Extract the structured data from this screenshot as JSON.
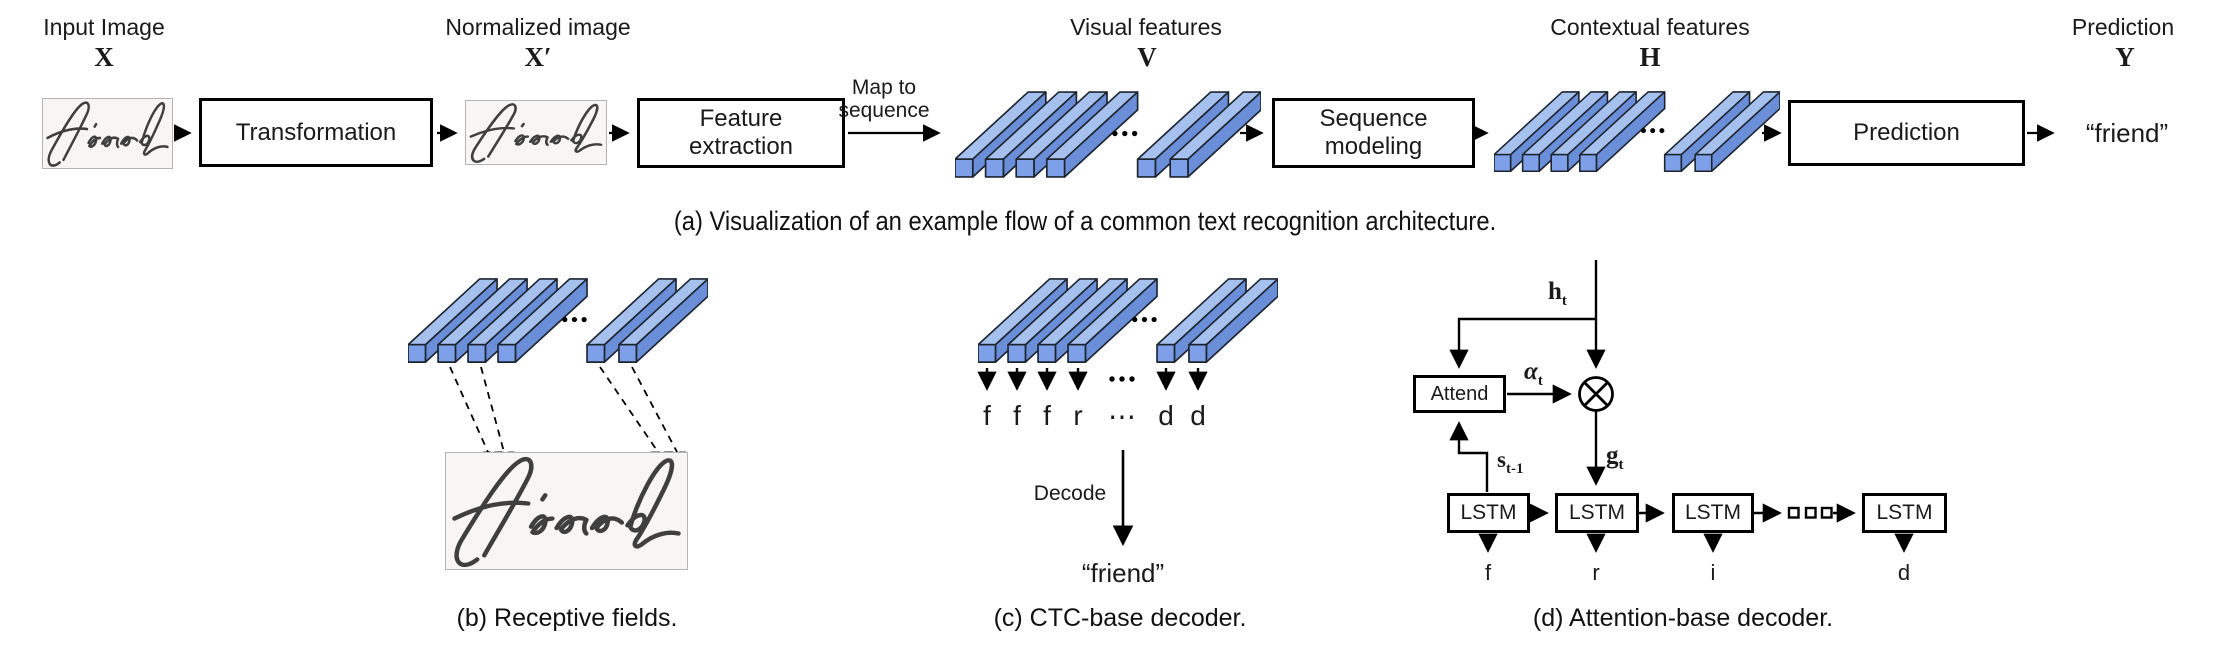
{
  "colors": {
    "bar_light": "#a6c1ee",
    "bar_side": "#6b8ed8",
    "bar_front": "#7da0e8",
    "bar_outline": "#1c2430",
    "line": "#000000"
  },
  "panel_a": {
    "caption": "(a) Visualization of an example flow of a common text recognition architecture.",
    "input_label": "Input Image",
    "input_var": "X",
    "transformation_box": "Transformation",
    "normalized_label": "Normalized image",
    "normalized_var": "X′",
    "feature_extraction_box": "Feature extraction",
    "map_to_sequence": "Map to sequence",
    "visual_label": "Visual features",
    "visual_var": "V",
    "sequence_modeling_box": "Sequence modeling",
    "contextual_label": "Contextual features",
    "contextual_var": "H",
    "prediction_box": "Prediction",
    "prediction_label": "Prediction",
    "prediction_var": "Y",
    "output_text": "“friend”"
  },
  "panel_b": {
    "caption": "(b) Receptive fields."
  },
  "panel_c": {
    "caption": "(c) CTC-base decoder.",
    "frame_labels": [
      "f",
      "f",
      "f",
      "r",
      "⋯",
      "d",
      "d"
    ],
    "decode_label": "Decode",
    "output_text": "“friend”"
  },
  "panel_d": {
    "caption": "(d) Attention-base decoder.",
    "attend_box": "Attend",
    "lstm_box": "LSTM",
    "h_base": "h",
    "h_sub": "t",
    "alpha_base": "α",
    "alpha_sub": "t",
    "g_base": "g",
    "g_sub": "t",
    "s_base": "s",
    "s_sub": "t-1",
    "outputs": [
      "f",
      "r",
      "i",
      "d"
    ]
  }
}
